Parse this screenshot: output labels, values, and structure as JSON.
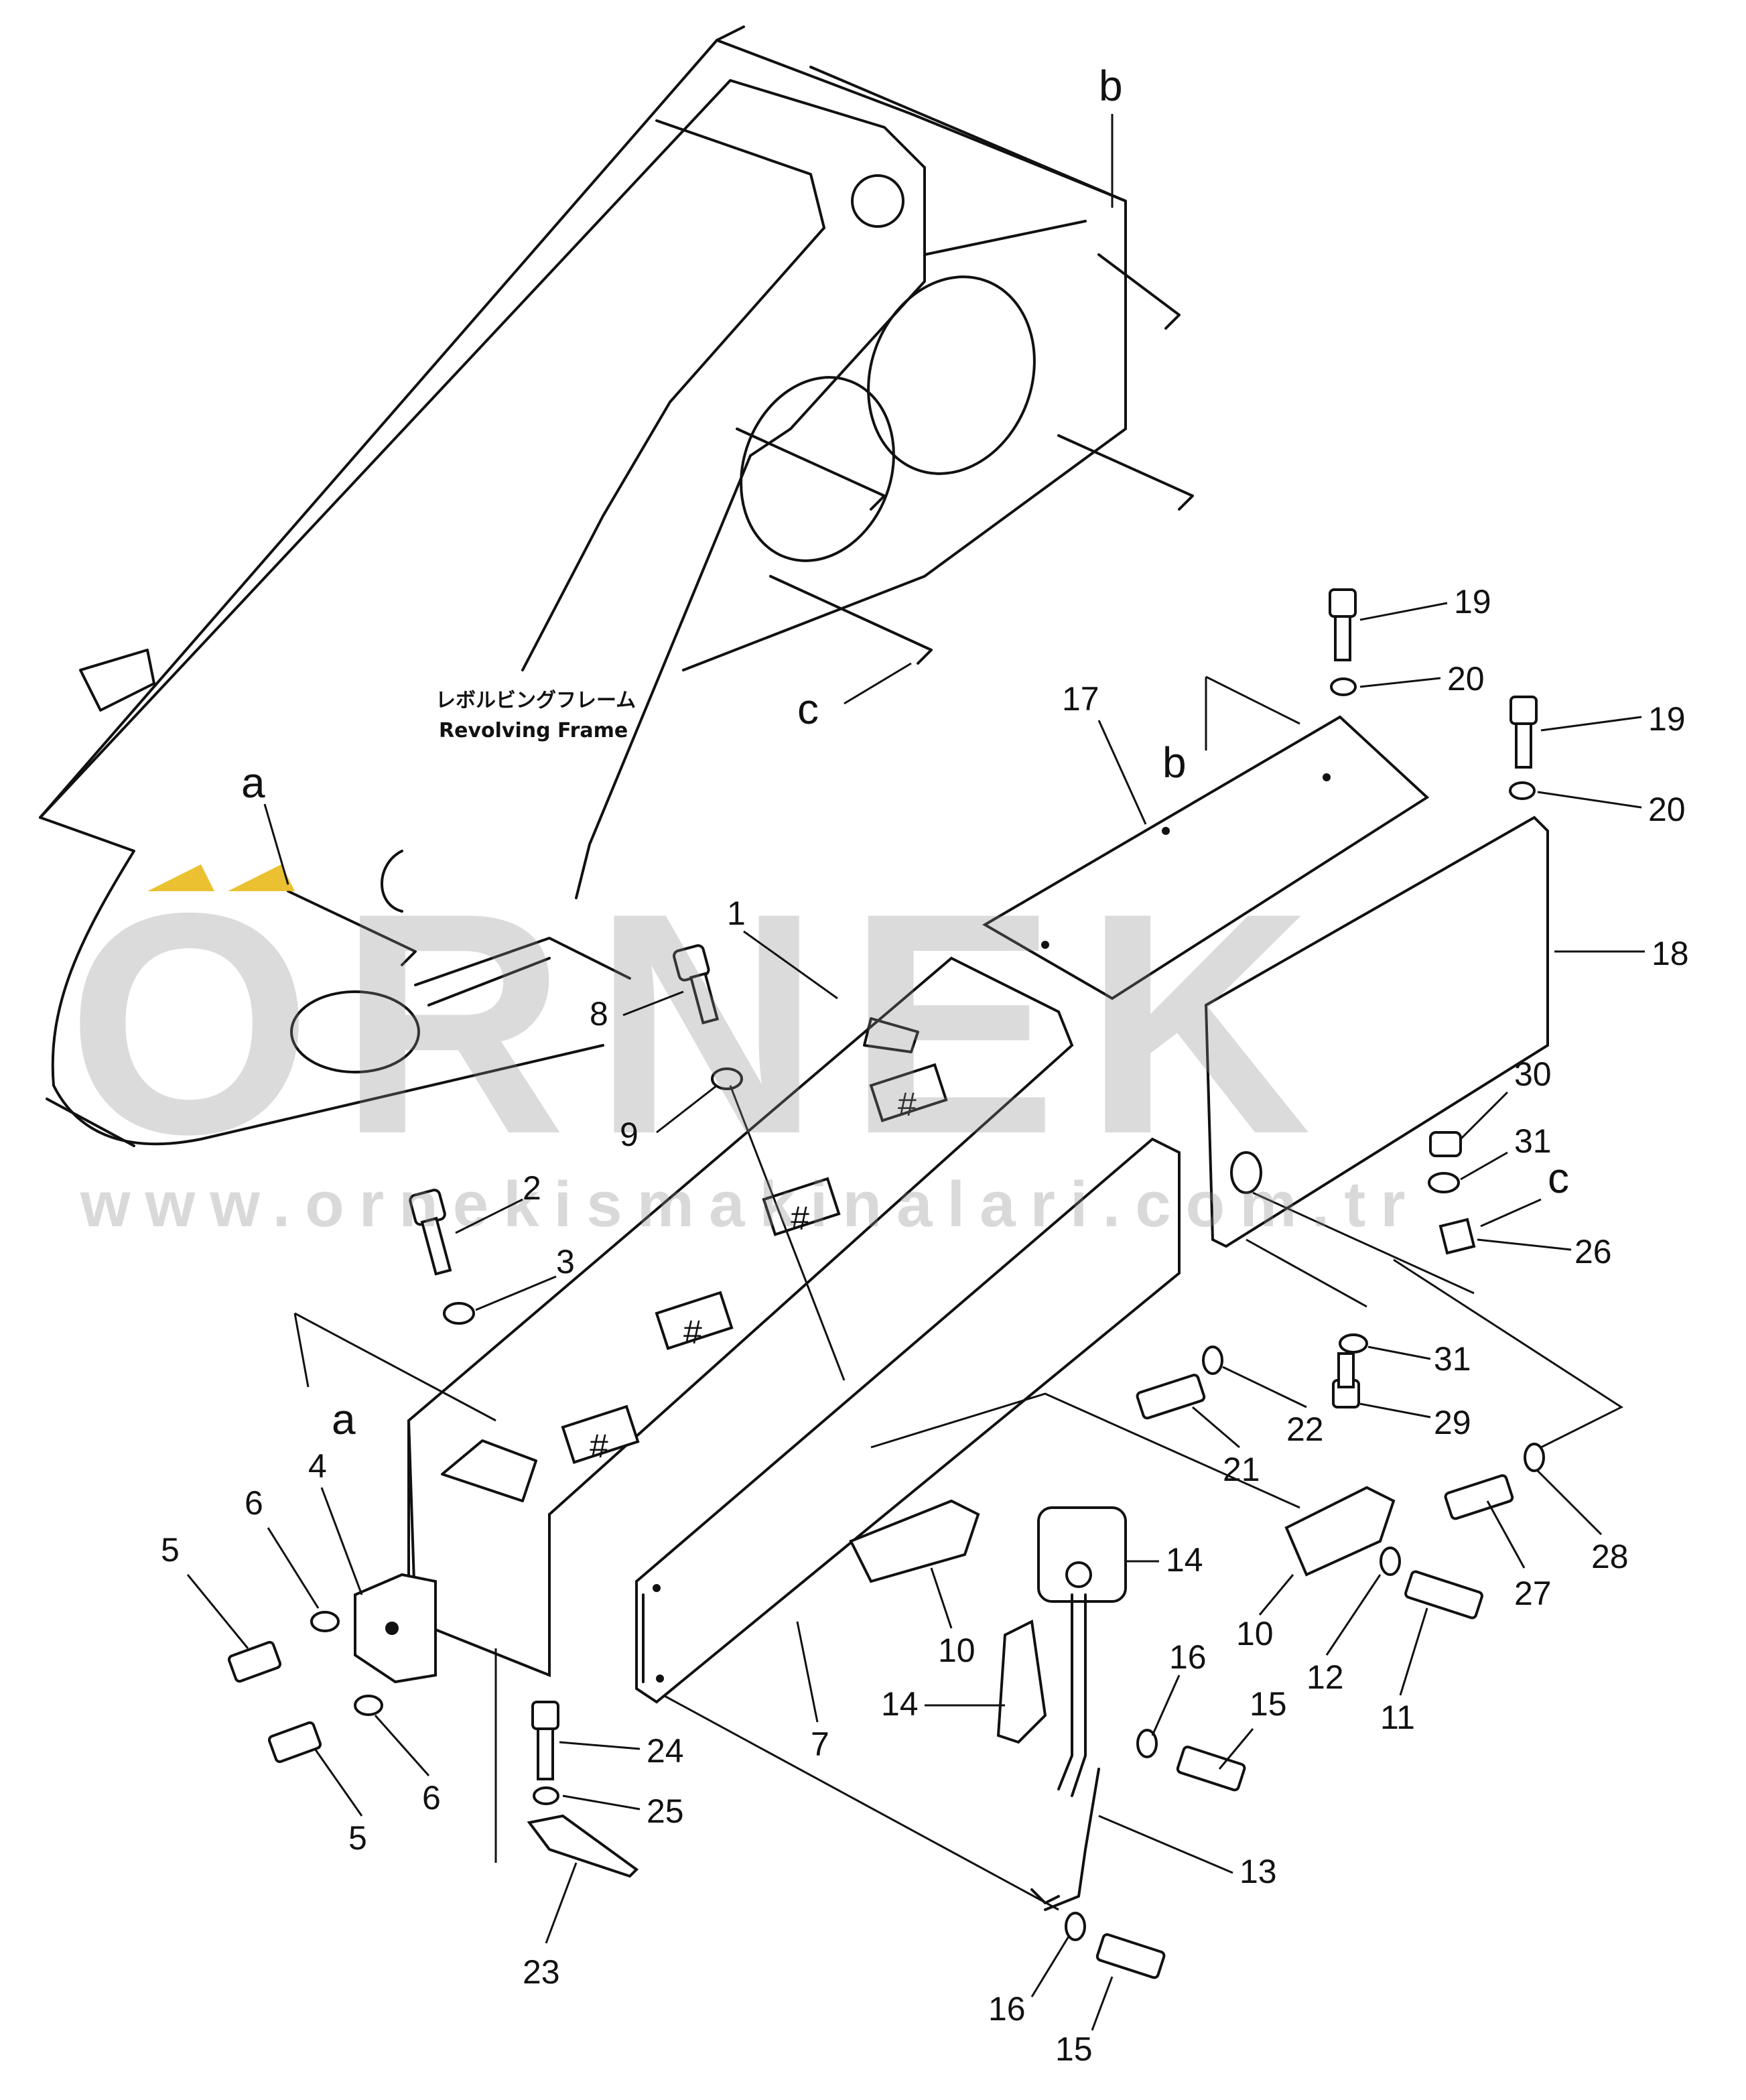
{
  "frame_label": {
    "jp": "レボルビングフレーム",
    "en": "Revolving Frame"
  },
  "view_markers": [
    {
      "id": "a-top",
      "letter": "a"
    },
    {
      "id": "a-bottom",
      "letter": "a"
    },
    {
      "id": "b-top",
      "letter": "b"
    },
    {
      "id": "b-bottom",
      "letter": "b"
    },
    {
      "id": "c-top",
      "letter": "c"
    },
    {
      "id": "c-right",
      "letter": "c"
    }
  ],
  "callouts": [
    {
      "id": "1",
      "label": "1"
    },
    {
      "id": "2",
      "label": "2"
    },
    {
      "id": "3",
      "label": "3"
    },
    {
      "id": "4",
      "label": "4"
    },
    {
      "id": "5a",
      "label": "5"
    },
    {
      "id": "5b",
      "label": "5"
    },
    {
      "id": "6a",
      "label": "6"
    },
    {
      "id": "6b",
      "label": "6"
    },
    {
      "id": "7",
      "label": "7"
    },
    {
      "id": "8",
      "label": "8"
    },
    {
      "id": "9",
      "label": "9"
    },
    {
      "id": "10a",
      "label": "10"
    },
    {
      "id": "10b",
      "label": "10"
    },
    {
      "id": "11",
      "label": "11"
    },
    {
      "id": "12",
      "label": "12"
    },
    {
      "id": "13",
      "label": "13"
    },
    {
      "id": "14a",
      "label": "14"
    },
    {
      "id": "14b",
      "label": "14"
    },
    {
      "id": "15a",
      "label": "15"
    },
    {
      "id": "15b",
      "label": "15"
    },
    {
      "id": "16a",
      "label": "16"
    },
    {
      "id": "16b",
      "label": "16"
    },
    {
      "id": "17",
      "label": "17"
    },
    {
      "id": "18",
      "label": "18"
    },
    {
      "id": "19a",
      "label": "19"
    },
    {
      "id": "19b",
      "label": "19"
    },
    {
      "id": "20a",
      "label": "20"
    },
    {
      "id": "20b",
      "label": "20"
    },
    {
      "id": "21",
      "label": "21"
    },
    {
      "id": "22",
      "label": "22"
    },
    {
      "id": "23",
      "label": "23"
    },
    {
      "id": "24",
      "label": "24"
    },
    {
      "id": "25",
      "label": "25"
    },
    {
      "id": "26",
      "label": "26"
    },
    {
      "id": "27",
      "label": "27"
    },
    {
      "id": "28",
      "label": "28"
    },
    {
      "id": "29",
      "label": "29"
    },
    {
      "id": "30",
      "label": "30"
    },
    {
      "id": "31a",
      "label": "31"
    },
    {
      "id": "31b",
      "label": "31"
    }
  ],
  "watermark": {
    "brand": "ORNEK",
    "url": "www.ornekismakinalari.com.tr",
    "color": "#8a8a8f",
    "accent_color": "#e8b60e"
  }
}
